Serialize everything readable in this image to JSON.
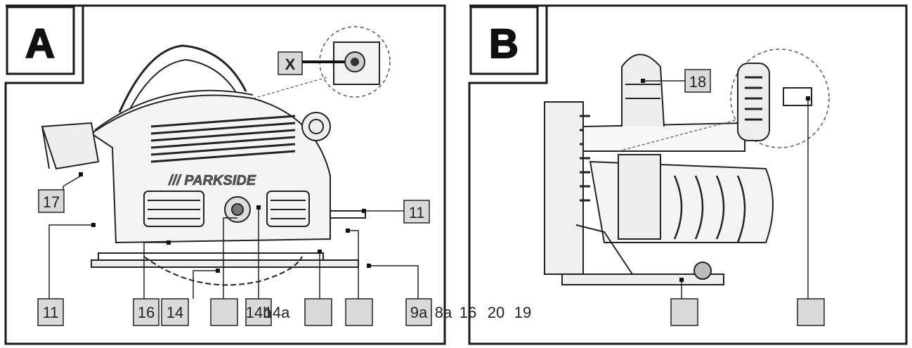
{
  "panels": [
    {
      "letter": "A",
      "brand": "/// PARKSIDE",
      "labels": [
        "X",
        "17",
        "11",
        "11",
        "16",
        "14",
        "",
        "14b",
        "14a",
        "",
        "",
        "9a",
        "8a",
        "16",
        "20",
        "19"
      ]
    },
    {
      "letter": "B",
      "labels": [
        "18",
        "",
        ""
      ]
    }
  ],
  "colors": {
    "line": "#1a1a1a",
    "box_fill": "#d9d9d9",
    "bg": "#ffffff"
  }
}
